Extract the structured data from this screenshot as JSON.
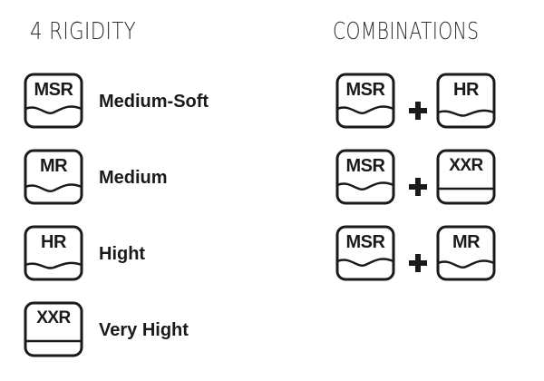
{
  "headings": {
    "rigidity": "4 RIGIDITY",
    "combinations": "COMBINATIONS"
  },
  "rigidity_levels": [
    {
      "code": "MSR",
      "label": "Medium-Soft"
    },
    {
      "code": "MR",
      "label": "Medium"
    },
    {
      "code": "HR",
      "label": "Hight"
    },
    {
      "code": "XXR",
      "label": "Very Hight"
    }
  ],
  "combinations": [
    {
      "first": "MSR",
      "second": "HR"
    },
    {
      "first": "MSR",
      "second": "XXR"
    },
    {
      "first": "MSR",
      "second": "MR"
    }
  ],
  "icons": {
    "badge": "rigidity-badge-icon",
    "plus": "plus-icon"
  },
  "colors": {
    "ink": "#1a1a1a",
    "background": "#ffffff"
  }
}
